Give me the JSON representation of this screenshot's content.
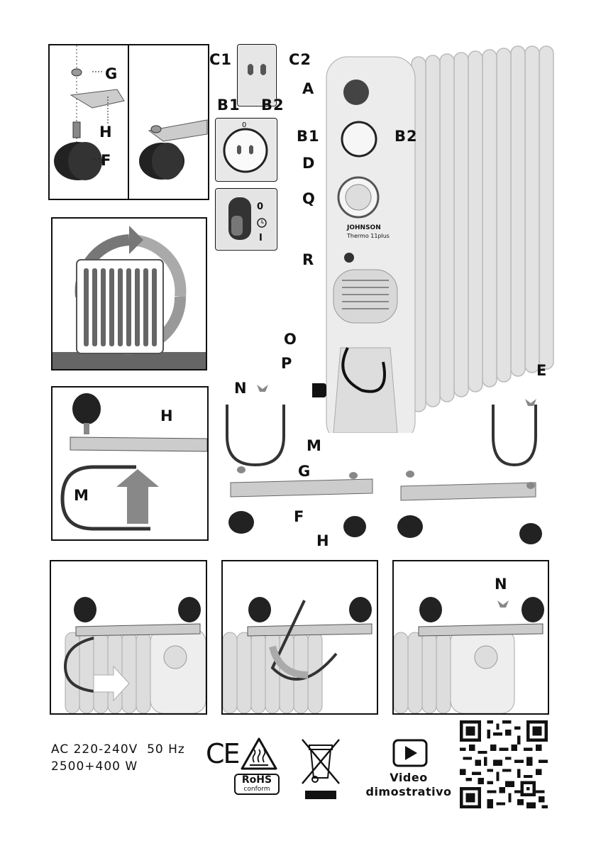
{
  "labels": {
    "a": "A",
    "b1": "B1",
    "b2": "B2",
    "c1": "C1",
    "c2": "C2",
    "d": "D",
    "e": "E",
    "f": "F",
    "g": "G",
    "h": "H",
    "m": "M",
    "n": "N",
    "o": "O",
    "p": "P",
    "q": "Q",
    "r": "R"
  },
  "switch_marks": {
    "off": "0",
    "on": "I"
  },
  "knob_mark": "0",
  "brand": {
    "name": "JOHNSON",
    "model": "Thermo 11plus"
  },
  "specs": {
    "line1": "AC 220-240V  50 Hz",
    "line2": "2500+400 W"
  },
  "marks": {
    "ce": "CE",
    "rohs": "RoHS",
    "rohs_sub": "conform"
  },
  "video": {
    "line1": "Video",
    "line2": "dimostrativo"
  },
  "icons": [
    "ce-mark-icon",
    "hot-surface-warning-icon",
    "rohs-badge",
    "weee-bin-icon",
    "play-button-icon",
    "qr-code"
  ]
}
